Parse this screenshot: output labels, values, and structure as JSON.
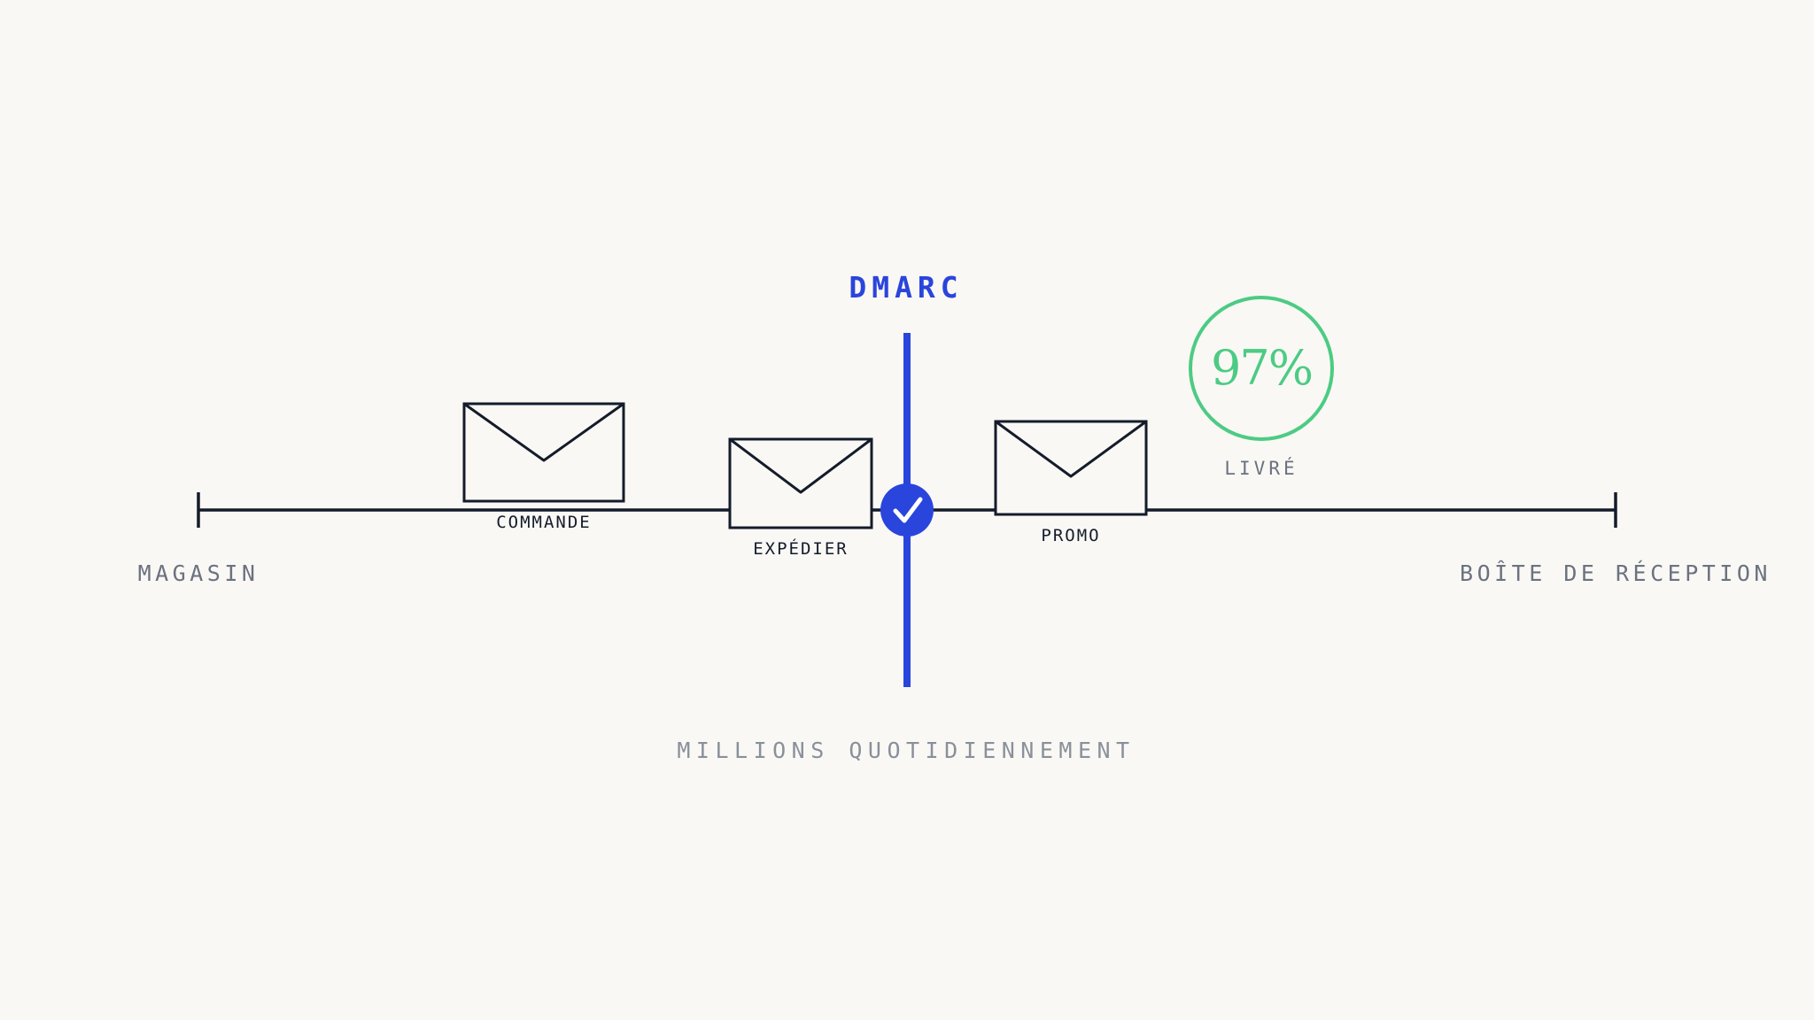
{
  "gate": {
    "label": "DMARC"
  },
  "endpoints": {
    "start": "MAGASIN",
    "end": "BOÎTE DE RÉCEPTION"
  },
  "envelopes": [
    {
      "label": "COMMANDE"
    },
    {
      "label": "EXPÉDIER"
    },
    {
      "label": "PROMO"
    }
  ],
  "stat": {
    "value": "97%",
    "label": "LIVRÉ"
  },
  "caption": "MILLIONS QUOTIDIENNEMENT",
  "colors": {
    "background": "#f9f8f4",
    "ink": "#141c2b",
    "accent": "#2a45dc",
    "success": "#4ccb84",
    "muted": "#6b7280",
    "muted_light": "#8a909a"
  },
  "icons": {
    "gate_marker": "checkmark-icon",
    "message": "envelope-icon"
  }
}
